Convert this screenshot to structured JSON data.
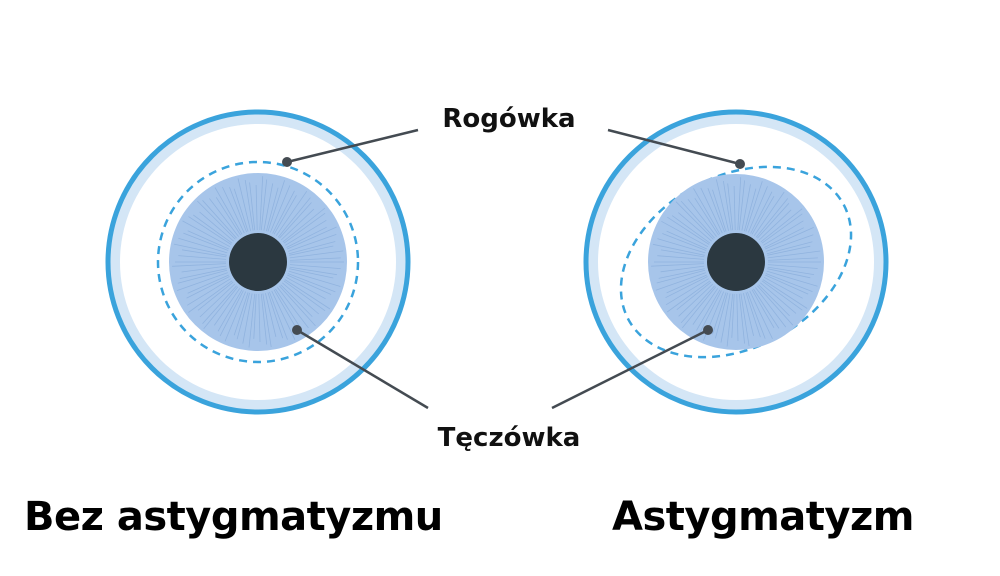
{
  "labels": {
    "cornea": "Rogówka",
    "iris": "Tęczówka"
  },
  "captions": {
    "normal": "Bez astygmatyzmu",
    "astigmatism": "Astygmatyzm"
  },
  "colors": {
    "outer_ring": "#3aa3dc",
    "outer_fill": "#d4e6f6",
    "inner_white": "#ffffff",
    "dashed_cornea": "#3aa3dc",
    "iris": "#a7c5ea",
    "iris_fiber": "#7fa5d6",
    "pupil": "#2b3840",
    "leader_line": "#444b52",
    "text": "#111111"
  }
}
